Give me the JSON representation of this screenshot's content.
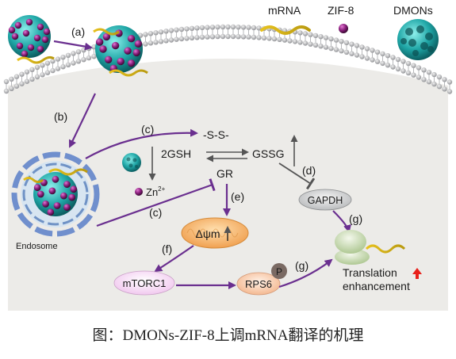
{
  "legend": {
    "mrna": "mRNA",
    "zif8": "ZIF-8",
    "dmons": "DMONs"
  },
  "steps": {
    "a": "(a)",
    "b": "(b)",
    "c1": "(c)",
    "c2": "(c)",
    "d": "(d)",
    "e": "(e)",
    "f": "(f)",
    "g1": "(g)",
    "g2": "(g)"
  },
  "labels": {
    "disulfide": "-S-S-",
    "gsh": "2GSH",
    "gssg": "GSSG",
    "gr": "GR",
    "zn": "Zn",
    "zn_charge": "2+",
    "gapdh": "GAPDH",
    "delta_psi": "Δψm",
    "mtorc1": "mTORC1",
    "rps6": "RPS6",
    "phospho": "P",
    "endosome": "Endosome",
    "translation_line1": "Translation",
    "translation_line2": "enhancement"
  },
  "caption": "图：DMONs-ZIF-8上调mRNA翻译的机理",
  "colors": {
    "cell_bg": "#ecebe8",
    "membrane": "#9fa0a5",
    "arrow_purple": "#6a2f8f",
    "arrow_gray": "#555555",
    "dmon_teal": "#1fa6a6",
    "zif_purple": "#7a1e6e",
    "gapdh_fill": "#c9cbcc",
    "dpsi_fill": "#f3b26a",
    "mtorc1_fill": "#f5d3f2",
    "rps6_fill": "#f6c7a8",
    "phospho_fill": "#7a6a63",
    "ribosome_fill": "#cfe0b8",
    "up_arrow": "#e8201a"
  }
}
